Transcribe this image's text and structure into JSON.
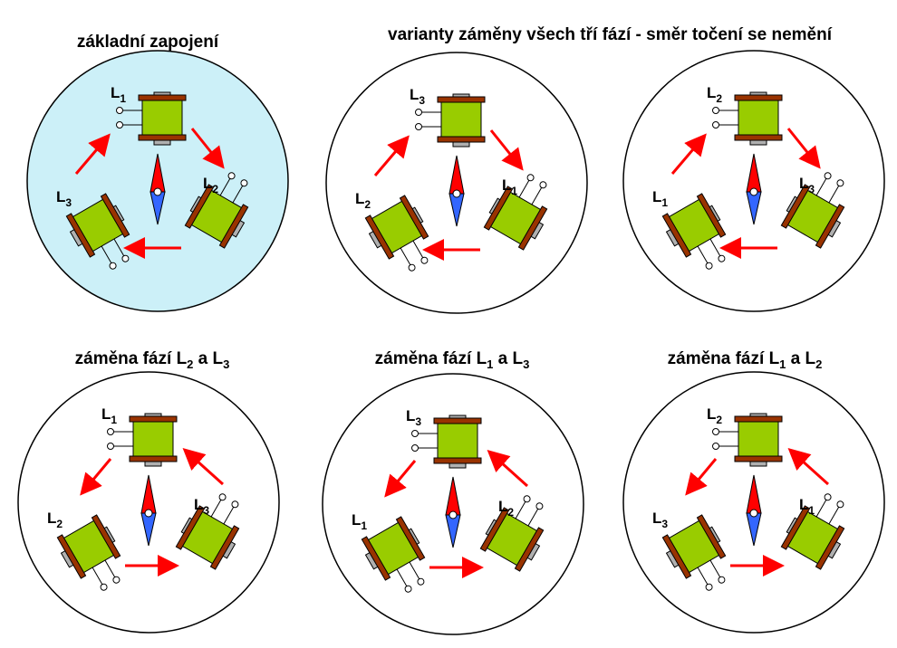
{
  "titles": {
    "basic": "základní zapojení",
    "variants": "varianty záměny všech tří fází - směr točení se nemění"
  },
  "swap_titles": [
    {
      "prefix": "záměna fází ",
      "a": "2",
      "mid": " a ",
      "b": "3"
    },
    {
      "prefix": "záměna fází ",
      "a": "1",
      "mid": " a ",
      "b": "3"
    },
    {
      "prefix": "záměna fází ",
      "a": "1",
      "mid": " a ",
      "b": "2"
    }
  ],
  "coil_letter": "L",
  "colors": {
    "highlight_fill": "#ccf0f8",
    "coil_body": "#99cc00",
    "coil_plate": "#993300",
    "coil_end": "#b0b0b0",
    "arrow": "#ff0000",
    "needle_north": "#ff0000",
    "needle_south": "#3366ff"
  },
  "panels": [
    {
      "id": "basic",
      "highlight": true,
      "top": "1",
      "right": "2",
      "left": "3",
      "rotation": "clockwise"
    },
    {
      "id": "variant-1",
      "highlight": false,
      "top": "3",
      "right": "1",
      "left": "2",
      "rotation": "clockwise"
    },
    {
      "id": "variant-2",
      "highlight": false,
      "top": "2",
      "right": "3",
      "left": "1",
      "rotation": "clockwise"
    },
    {
      "id": "swap-2-3",
      "highlight": false,
      "top": "1",
      "right": "3",
      "left": "2",
      "rotation": "counterclockwise"
    },
    {
      "id": "swap-1-3",
      "highlight": false,
      "top": "3",
      "right": "2",
      "left": "1",
      "rotation": "counterclockwise"
    },
    {
      "id": "swap-1-2",
      "highlight": false,
      "top": "2",
      "right": "1",
      "left": "3",
      "rotation": "counterclockwise"
    }
  ]
}
